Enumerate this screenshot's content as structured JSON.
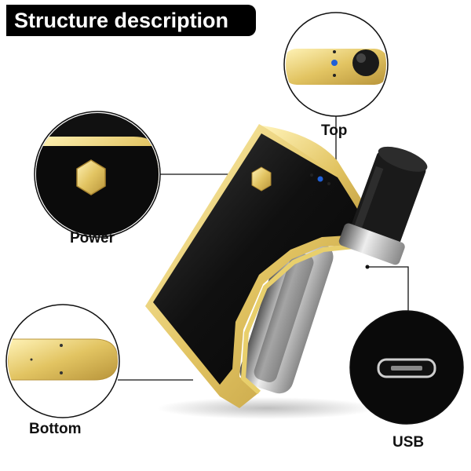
{
  "title": "Structure description",
  "labels": {
    "top": "Top",
    "power": "Power",
    "bottom": "Bottom",
    "usb": "USB"
  },
  "colors": {
    "gold": "#e6cc6a",
    "body_black": "#141414",
    "led_blue": "#1f5fd6"
  }
}
